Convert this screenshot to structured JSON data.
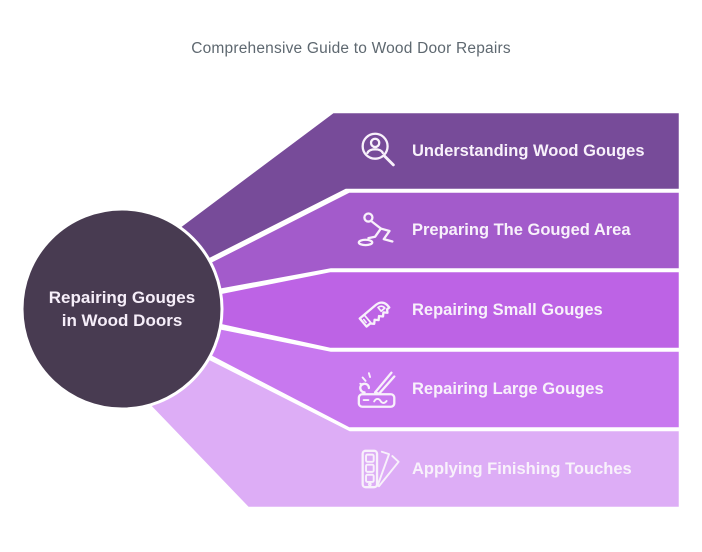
{
  "title": "Comprehensive Guide to Wood Door Repairs",
  "styles": {
    "background": "#ffffff",
    "divider": "#ffffff",
    "title_color": "#5e6870",
    "label_color": "#f8f1fb"
  },
  "center": {
    "label_line1": "Repairing Gouges",
    "label_line2": "in Wood Doors",
    "color": "#483b51",
    "text_color": "#f6eef9"
  },
  "items": [
    {
      "label": "Understanding Wood Gouges",
      "icon": "user-magnifier-icon",
      "color": "#774b99"
    },
    {
      "label": "Preparing The Gouged Area",
      "icon": "person-crawling-icon",
      "color": "#a35bcb"
    },
    {
      "label": "Repairing Small Gouges",
      "icon": "hand-saw-icon",
      "color": "#bd63e5"
    },
    {
      "label": "Repairing Large Gouges",
      "icon": "carving-gouge-icon",
      "color": "#c878ef"
    },
    {
      "label": "Applying Finishing Touches",
      "icon": "swatch-fan-icon",
      "color": "#ddadf6"
    }
  ]
}
